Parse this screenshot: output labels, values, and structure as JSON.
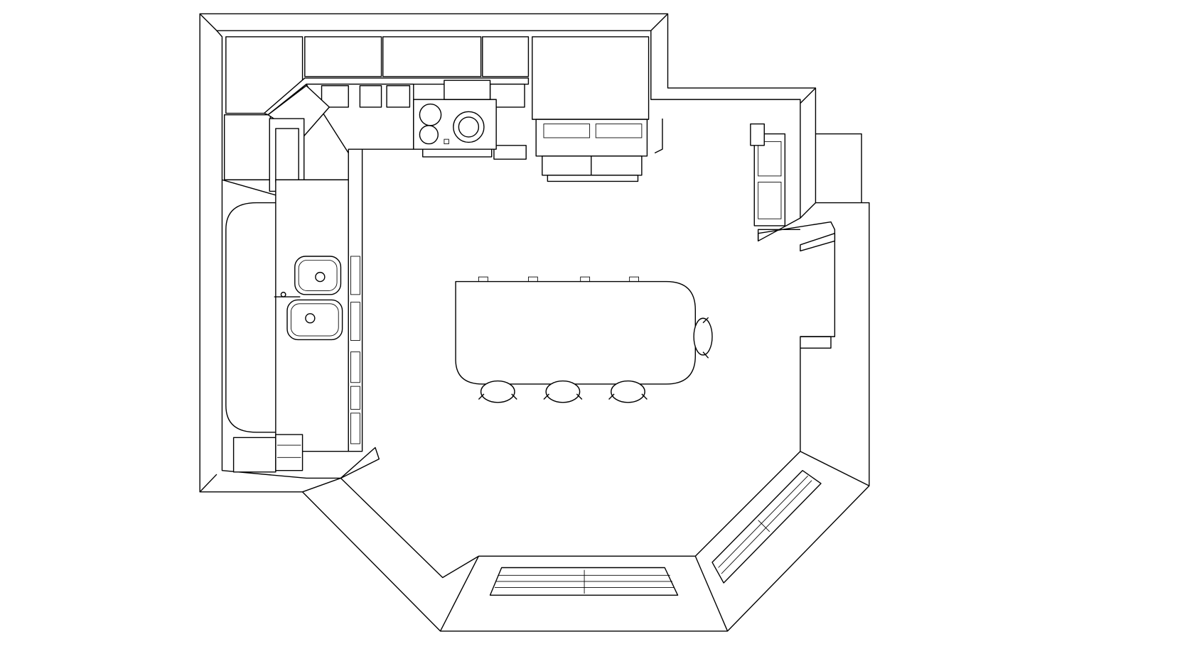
{
  "diagram": {
    "kind": "kitchen-floor-plan-line-drawing",
    "colors": {
      "background": "#ffffff",
      "line": "#000000"
    },
    "elements": [
      "walls",
      "upper-cabinets",
      "base-cabinets",
      "range",
      "refrigerator",
      "double-sink",
      "pantry-cabinet",
      "kitchen-island",
      "bar-stools",
      "windows"
    ]
  }
}
